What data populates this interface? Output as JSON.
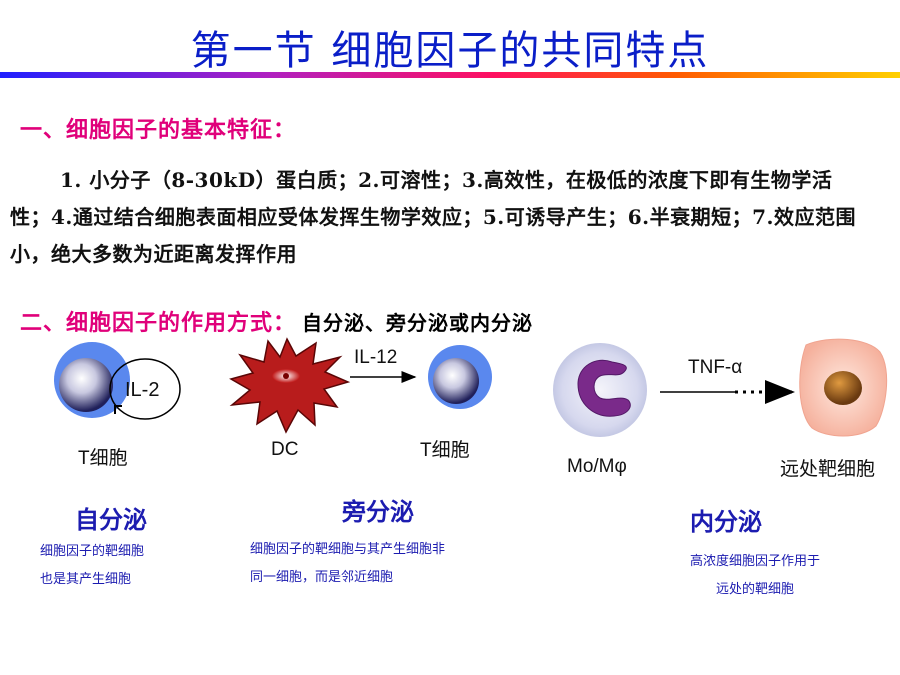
{
  "title": "第一节  细胞因子的共同特点",
  "section1": {
    "heading": "一、细胞因子的基本特征："
  },
  "paragraph": "1. 小分子（8-30kD）蛋白质；2.可溶性；3.高效性，在极低的浓度下即有生物学活性；4.通过结合细胞表面相应受体发挥生物学效应；5.可诱导产生；6.半衰期短；7.效应范围小，绝大多数为近距离发挥作用",
  "section2": {
    "heading": "二、细胞因子的作用方式：",
    "suffix": "自分泌、旁分泌或内分泌"
  },
  "diagram": {
    "autocrine": {
      "cytokine": "IL-2",
      "cell_label": "T细胞",
      "type": "自分泌",
      "desc_line1": "细胞因子的靶细胞",
      "desc_line2": "也是其产生细胞"
    },
    "paracrine": {
      "source_label": "DC",
      "cytokine": "IL-12",
      "target_label": "T细胞",
      "type": "旁分泌",
      "desc_line1": "细胞因子的靶细胞与其产生细胞非",
      "desc_line2": "同一细胞，而是邻近细胞"
    },
    "endocrine": {
      "source_label": "Mo/Mφ",
      "cytokine": "TNF-α",
      "target_label": "远处靶细胞",
      "type": "内分泌",
      "desc_line1": "高浓度细胞因子作用于",
      "desc_line2": "远处的靶细胞"
    }
  },
  "colors": {
    "title": "#0a1ec8",
    "heading": "#e0007a",
    "diagram_text": "#1c1cb0"
  }
}
